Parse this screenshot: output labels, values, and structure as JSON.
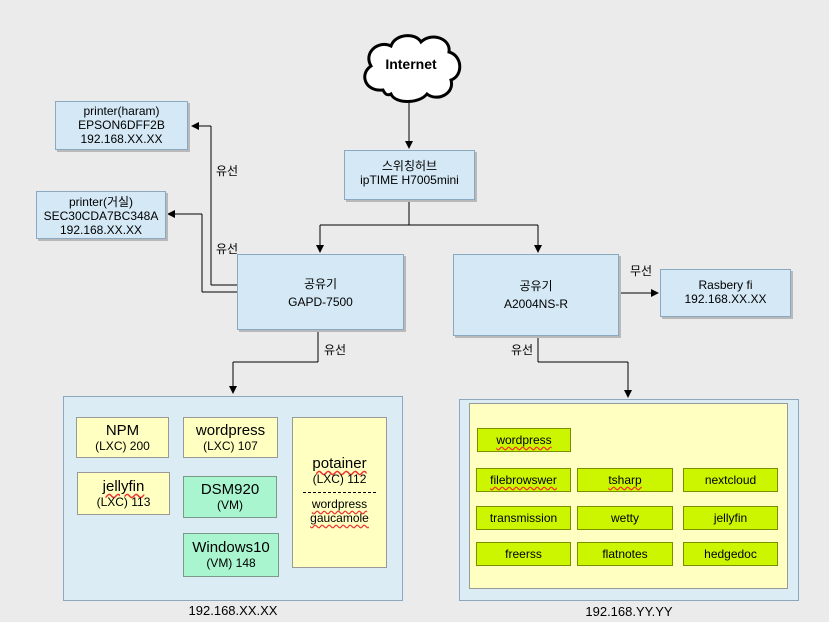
{
  "internet": "Internet",
  "switch": {
    "l1": "스위칭허브",
    "l2": "ipTIME H7005mini"
  },
  "printer1": {
    "l1": "printer(haram)",
    "l2": "EPSON6DFF2B",
    "l3": "192.168.XX.XX"
  },
  "printer2": {
    "l1": "printer(거실)",
    "l2": "SEC30CDA7BC348A",
    "l3": "192.168.XX.XX"
  },
  "router1": {
    "l1": "공유기",
    "l2": "GAPD-7500"
  },
  "router2": {
    "l1": "공유기",
    "l2": "A2004NS-R"
  },
  "rasp": {
    "l1": "Rasbery fi",
    "l2": "192.168.XX.XX"
  },
  "labels": {
    "wired1": "유선",
    "wired2": "유선",
    "wired3": "유선",
    "wired4": "유선",
    "wireless": "무선"
  },
  "left_net": {
    "npm": {
      "name": "NPM",
      "sub": "(LXC) 200"
    },
    "wordpress": {
      "name": "wordpress",
      "sub": "(LXC)  107"
    },
    "jellyfin": {
      "name": "jellyfin",
      "sub": "(LXC)  113"
    },
    "dsm": {
      "name": "DSM920",
      "sub": "(VM)"
    },
    "windows": {
      "name": "Windows10",
      "sub": "(VM) 148"
    },
    "potainer": {
      "name": "potainer",
      "sub": "(LXC)  112",
      "s1": "wordpress",
      "s2": "gaucamole"
    },
    "caption": "192.168.XX.XX"
  },
  "right_net": {
    "apps": [
      "wordpress",
      "filebrowswer",
      "tsharp",
      "nextcloud",
      "transmission",
      "wetty",
      "jellyfin",
      "freerss",
      "flatnotes",
      "hedgedoc"
    ],
    "caption": "192.168.YY.YY"
  },
  "colors": {
    "box": "#d4e8f5",
    "cream": "#ffffc2",
    "mint": "#a8f5cf",
    "lime": "#ccf500",
    "panel": "#dcecf5"
  }
}
